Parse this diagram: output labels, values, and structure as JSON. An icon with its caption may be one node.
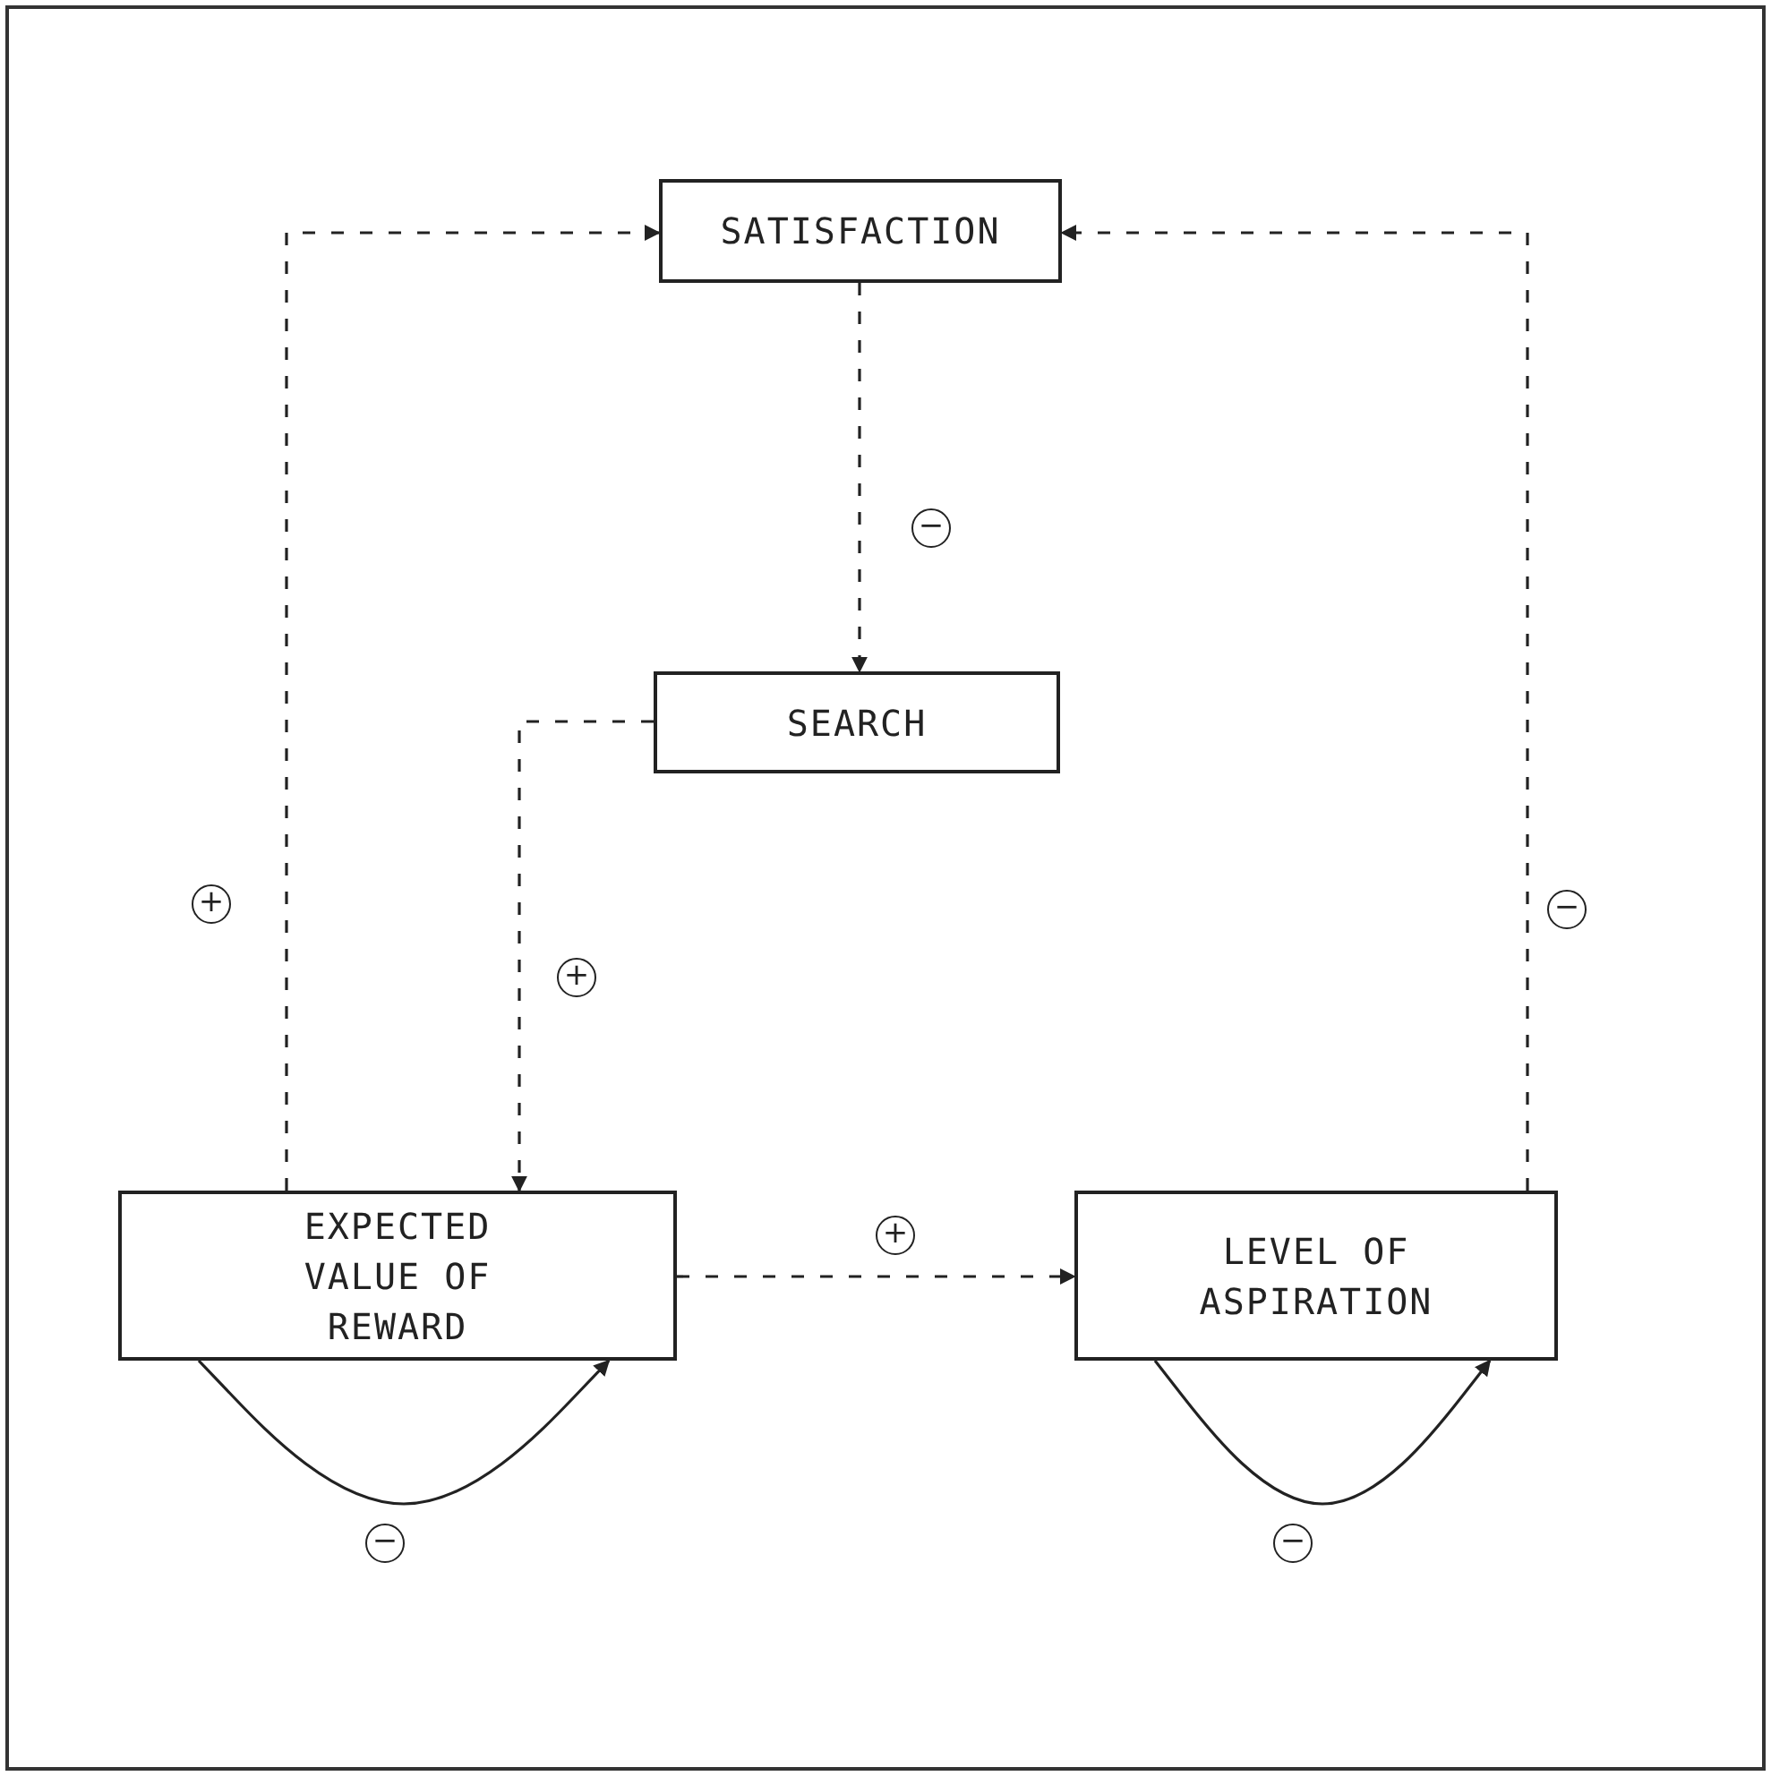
{
  "diagram": {
    "nodes": [
      {
        "text": [
          "SATISFACTION"
        ]
      },
      {
        "text": [
          "SEARCH"
        ]
      },
      {
        "text": [
          "EXPECTED VALUE OF REWARD"
        ]
      },
      {
        "text": [
          "LEVEL OF ASPIRATION"
        ]
      }
    ],
    "edges": [
      {
        "from": 0,
        "to": 1,
        "arrow": "to",
        "style": "dashed",
        "label": "−"
      },
      {
        "from": 1,
        "to": 2,
        "arrow": "to",
        "style": "dashed",
        "label": "+"
      },
      {
        "from": 2,
        "to": 0,
        "arrow": "to",
        "style": "dashed",
        "label": "+"
      },
      {
        "from": 3,
        "to": 0,
        "arrow": "to",
        "style": "dashed",
        "label": "−"
      },
      {
        "from": 2,
        "to": 3,
        "arrow": "to",
        "style": "dashed",
        "label": "+"
      },
      {
        "from": 2,
        "to": 2,
        "arrow": "to",
        "label": "−"
      },
      {
        "from": 3,
        "to": 3,
        "arrow": "to",
        "label": "−"
      }
    ]
  }
}
